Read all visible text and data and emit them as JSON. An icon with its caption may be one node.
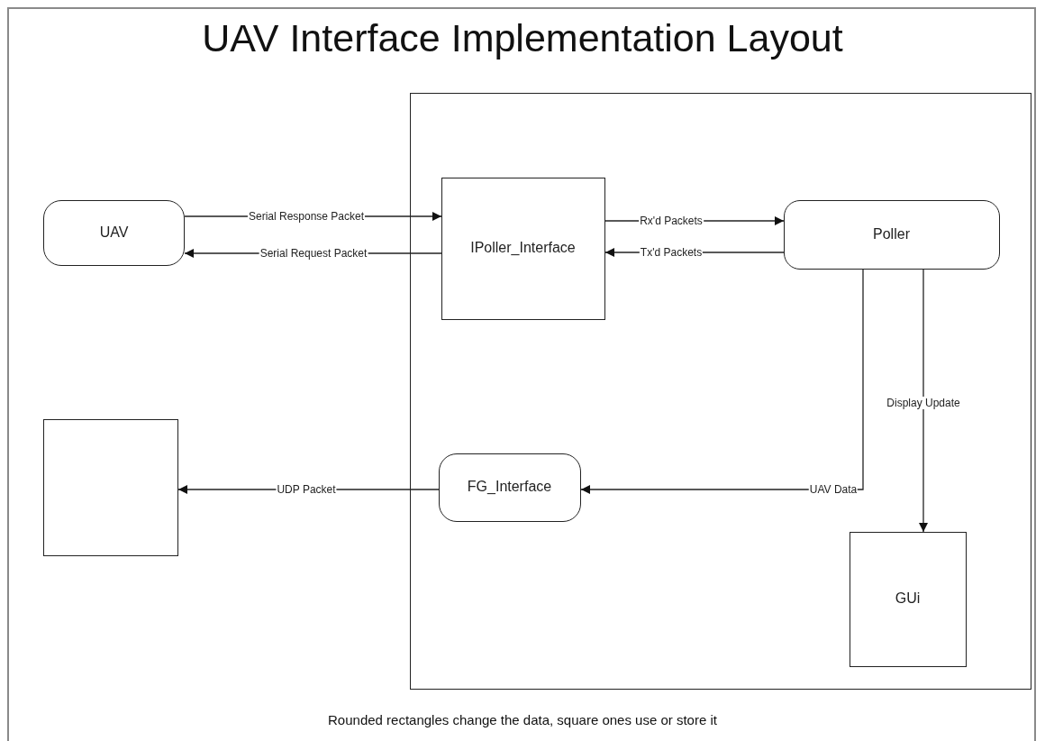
{
  "diagram": {
    "title": "UAV Interface Implementation Layout",
    "caption": "Rounded rectangles change the data, square ones use or store it",
    "nodes": [
      {
        "text": [],
        "shape": "box"
      },
      {
        "text": [
          "UAV"
        ]
      },
      {
        "text": [
          "IPoller_Interface"
        ],
        "in": 0
      },
      {
        "text": [
          "Poller"
        ],
        "in": 0
      },
      {
        "text": [],
        "shape": "box"
      },
      {
        "text": [
          "FG_Interface"
        ],
        "in": 0
      },
      {
        "text": [
          "GUi"
        ],
        "in": 0
      }
    ],
    "edges": [
      {
        "from": 1,
        "to": 2,
        "arrow": "to",
        "label": "Serial Response Packet"
      },
      {
        "from": 2,
        "to": 1,
        "arrow": "to",
        "label": "Serial Request Packet"
      },
      {
        "from": 2,
        "to": 3,
        "arrow": "to",
        "label": "Rx'd Packets"
      },
      {
        "from": 3,
        "to": 2,
        "arrow": "to",
        "label": "Tx'd Packets"
      },
      {
        "from": 3,
        "to": 6,
        "arrow": "to",
        "label": "Display Update"
      },
      {
        "from": 3,
        "to": 5,
        "arrow": "to",
        "label": "UAV Data"
      },
      {
        "from": 5,
        "to": 4,
        "arrow": "to",
        "label": "UDP Packet"
      }
    ]
  }
}
